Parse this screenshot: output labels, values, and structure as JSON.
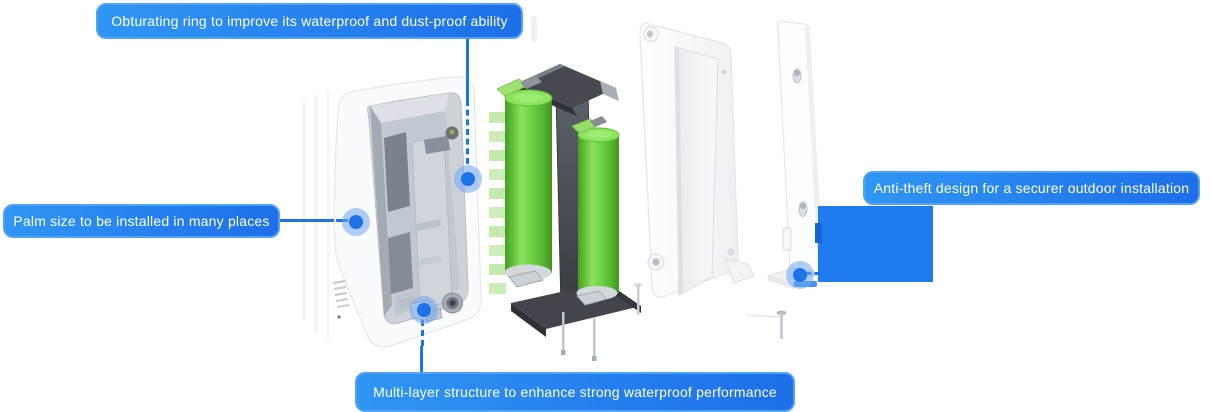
{
  "callouts": {
    "top": {
      "label": "Obturating ring to improve its waterproof and dust-proof ability"
    },
    "left": {
      "label": "Palm size to be installed in many places"
    },
    "right": {
      "label": "Anti-theft design for a securer outdoor installation"
    },
    "bottom": {
      "label": "Multi-layer structure to enhance strong waterproof performance"
    }
  },
  "colors": {
    "pill_gradient_start": "#2f96f4",
    "pill_gradient_end": "#1d6fe9",
    "pill_border": "#55a2f3",
    "connector_line": "#1b74ea",
    "dot_fill": "#1d73e9",
    "dot_halo": "rgba(109,166,242,0.55)",
    "highlight_block": "#1e7cf0",
    "battery_green": "#66cc3e",
    "holder_dark": "#45494e",
    "shell_white": "#fbfcfd"
  }
}
